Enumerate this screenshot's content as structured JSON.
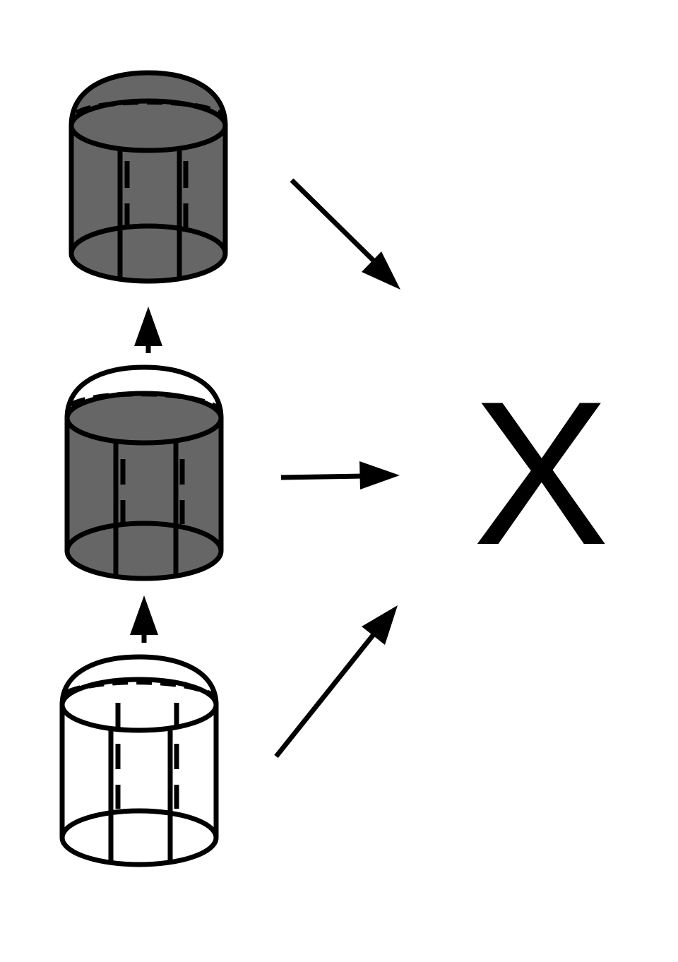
{
  "diagram": {
    "target_label": "X",
    "colors": {
      "fill_dark": "#666666",
      "stroke": "#000000",
      "fill_empty": "#ffffff"
    },
    "cylinders": [
      {
        "id": "top",
        "state": "fully-filled"
      },
      {
        "id": "middle",
        "state": "partially-filled"
      },
      {
        "id": "bottom",
        "state": "empty"
      }
    ]
  }
}
